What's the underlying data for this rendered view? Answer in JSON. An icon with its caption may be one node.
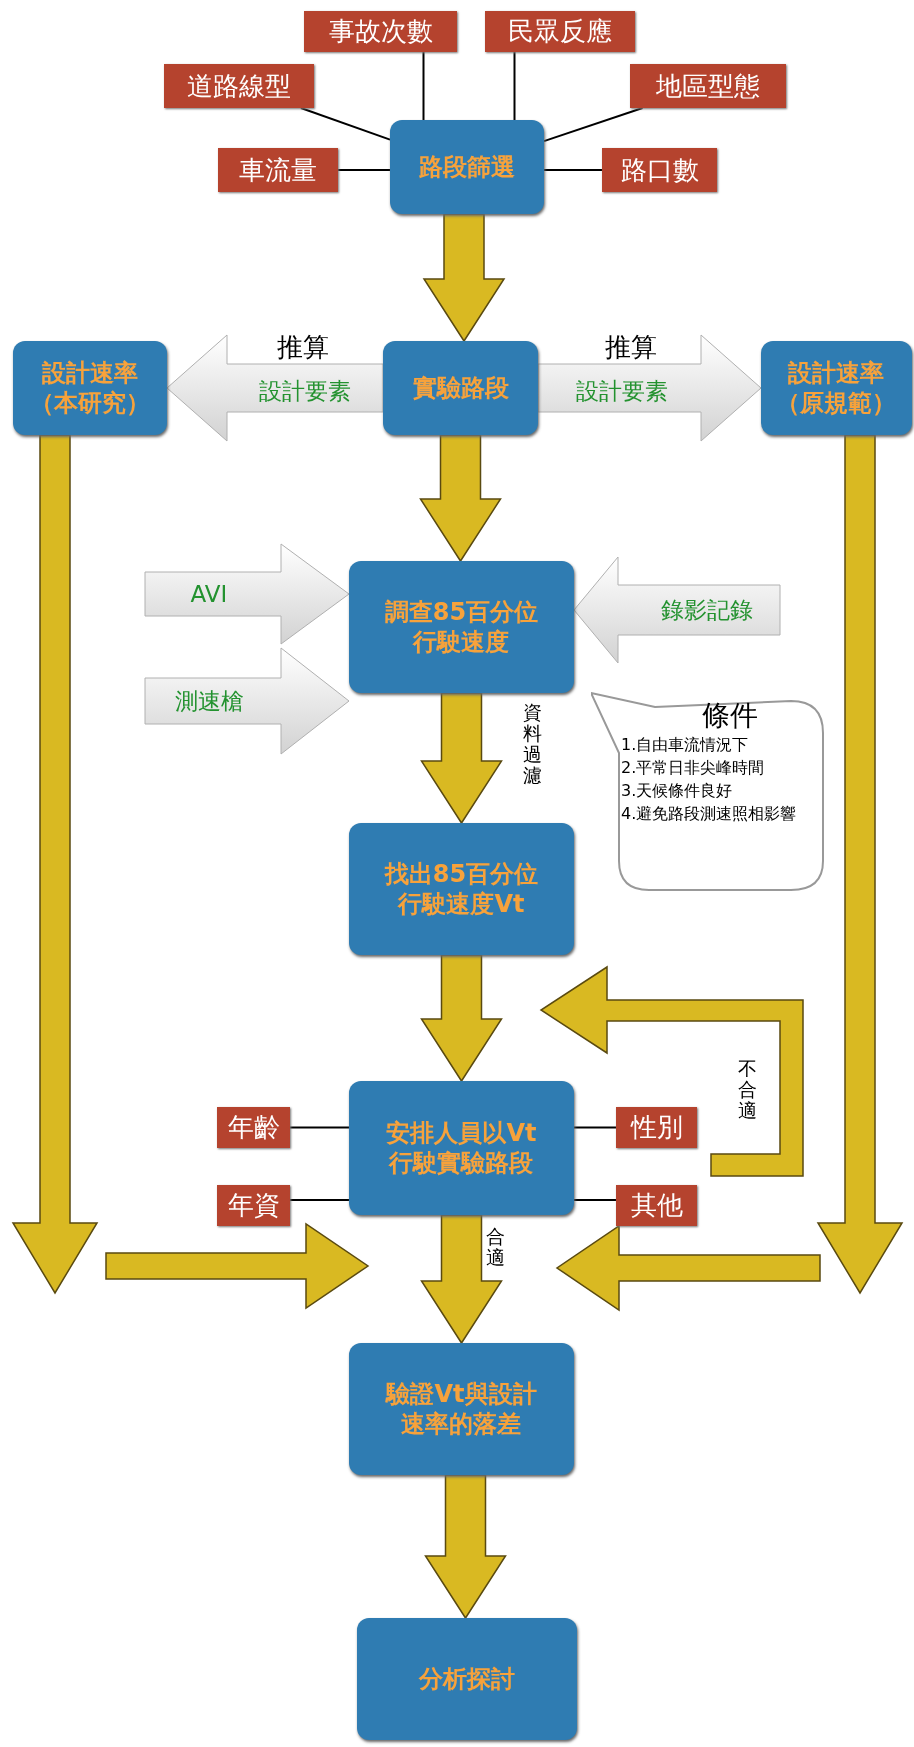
{
  "diagram": {
    "nodes": [
      {
        "text": [
          "道路線型"
        ]
      },
      {
        "text": [
          "事故次數"
        ]
      },
      {
        "text": [
          "民眾反應"
        ]
      },
      {
        "text": [
          "地區型態"
        ]
      },
      {
        "text": [
          "車流量"
        ]
      },
      {
        "text": [
          "路段篩選"
        ]
      },
      {
        "text": [
          "路口數"
        ]
      },
      {
        "text": [
          "設計速率（本研究）"
        ]
      },
      {
        "text": [
          "實驗路段"
        ]
      },
      {
        "text": [
          "設計速率（原規範）"
        ]
      },
      {
        "text": [
          "調查85百分位行駛速度"
        ]
      },
      {
        "text": [
          "條件",
          "1.自由車流情況下",
          "2.平常日非尖峰時間",
          "3.天候條件良好",
          "4.避免路段測速照相影響"
        ]
      },
      {
        "text": [
          "找出85百分位行駛速度Vt"
        ]
      },
      {
        "text": [
          "年齡"
        ]
      },
      {
        "text": [
          "安排人員以Vt行駛實驗路段"
        ]
      },
      {
        "text": [
          "性別"
        ]
      },
      {
        "text": [
          "年資"
        ]
      },
      {
        "text": [
          "其他"
        ]
      },
      {
        "text": [
          "驗證Vt與設計速率的落差"
        ]
      },
      {
        "text": [
          "分析探討"
        ]
      }
    ],
    "edges": [
      {
        "from": 0,
        "to": 5,
        "arrow": "none"
      },
      {
        "from": 1,
        "to": 5,
        "arrow": "none"
      },
      {
        "from": 2,
        "to": 5,
        "arrow": "none"
      },
      {
        "from": 3,
        "to": 5,
        "arrow": "none"
      },
      {
        "from": 4,
        "to": 5,
        "arrow": "none"
      },
      {
        "from": 6,
        "to": 5,
        "arrow": "none"
      },
      {
        "from": 5,
        "to": 8,
        "arrow": "to",
        "style": "thick",
        "color": "#d9b922"
      },
      {
        "from": 8,
        "to": 7,
        "arrow": "to",
        "label": "設計要素",
        "style": "thick",
        "color": "#d2d2d2"
      },
      {
        "from": 8,
        "to": 9,
        "arrow": "to",
        "label": "設計要素",
        "style": "thick",
        "color": "#d2d2d2"
      },
      {
        "from": 8,
        "to": 10,
        "arrow": "to",
        "style": "thick",
        "color": "#d9b922"
      },
      {
        "from": null,
        "to": 10,
        "arrow": "to",
        "label": "AVI",
        "style": "thick",
        "color": "#d2d2d2"
      },
      {
        "from": null,
        "to": 10,
        "arrow": "to",
        "label": "測速槍",
        "style": "thick",
        "color": "#d2d2d2"
      },
      {
        "from": null,
        "to": 10,
        "arrow": "to",
        "label": "錄影記錄",
        "style": "thick",
        "color": "#d2d2d2"
      },
      {
        "from": 10,
        "to": 12,
        "arrow": "to",
        "label": "資料過濾",
        "style": "thick",
        "color": "#d9b922"
      },
      {
        "from": 12,
        "to": 14,
        "arrow": "to",
        "style": "thick",
        "color": "#d9b922"
      },
      {
        "from": null,
        "to": 14,
        "arrow": "to",
        "label": "不合適",
        "style": "thick",
        "color": "#d9b922"
      },
      {
        "from": 13,
        "to": 14,
        "arrow": "none"
      },
      {
        "from": 15,
        "to": 14,
        "arrow": "none"
      },
      {
        "from": 16,
        "to": 14,
        "arrow": "none"
      },
      {
        "from": 17,
        "to": 14,
        "arrow": "none"
      },
      {
        "from": 14,
        "to": 18,
        "arrow": "to",
        "label": "合適",
        "style": "thick",
        "color": "#d9b922"
      },
      {
        "from": 7,
        "to": 18,
        "arrow": "to",
        "style": "thick",
        "color": "#d9b922"
      },
      {
        "from": 9,
        "to": 18,
        "arrow": "to",
        "style": "thick",
        "color": "#d9b922"
      },
      {
        "from": 18,
        "to": 19,
        "arrow": "to",
        "style": "thick",
        "color": "#d9b922"
      }
    ],
    "labels": [
      "推算",
      "推算"
    ]
  }
}
